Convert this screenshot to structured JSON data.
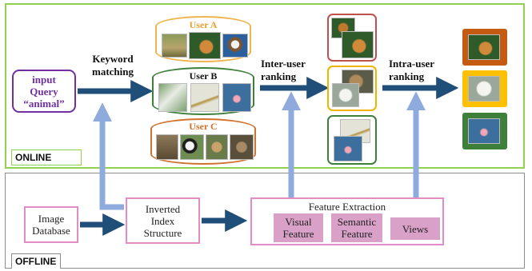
{
  "online_label": "ONLINE",
  "offline_label": "OFFLINE",
  "input": {
    "line1": "input",
    "line2": "Query",
    "line3": "“animal”"
  },
  "keyword_matching": {
    "line1": "Keyword",
    "line2": "matching"
  },
  "users": [
    {
      "label": "User A",
      "color": "#f0b44c",
      "photos": [
        "deer",
        "tiger",
        "dog"
      ]
    },
    {
      "label": "User B",
      "color": "#3e7f3a",
      "photos": [
        "white bird",
        "small bird",
        "pink bird"
      ]
    },
    {
      "label": "User C",
      "color": "#d2722d",
      "photos": [
        "horses",
        "pandas",
        "dog",
        "wolf"
      ]
    }
  ],
  "inter_user_ranking": {
    "line1": "Inter-user",
    "line2": "ranking"
  },
  "intra_user_ranking": {
    "line1": "Intra-user",
    "line2": "ranking"
  },
  "inter_results": [
    {
      "border": "#c0504d",
      "photos": [
        "tiger"
      ]
    },
    {
      "border": "#f0b400",
      "photos": [
        "wolf",
        "polar bear"
      ]
    },
    {
      "border": "#3e7f3a",
      "photos": [
        "small bird",
        "pink bird"
      ]
    }
  ],
  "final_results": [
    {
      "frame": "#c55a11",
      "photo": "tiger"
    },
    {
      "frame": "#ffc000",
      "photo": "polar bear"
    },
    {
      "frame": "#3e7f3a",
      "photo": "pink bird"
    }
  ],
  "image_database": {
    "line1": "Image",
    "line2": "Database"
  },
  "inverted_index": {
    "line1": "Inverted",
    "line2": "Index",
    "line3": "Structure"
  },
  "feature_extraction": {
    "title": "Feature Extraction",
    "items": [
      {
        "line1": "Visual",
        "line2": "Feature"
      },
      {
        "line1": "Semantic",
        "line2": "Feature"
      },
      {
        "line1": "Views",
        "line2": ""
      }
    ]
  },
  "colors": {
    "flow_arrow": "#1f4e79",
    "feedback_arrow": "#8faadc",
    "online_border": "#92d050",
    "offline_border": "#8c8c8c",
    "offline_box_border": "#e48cc7",
    "feature_fill": "#d9a0c8",
    "query_color": "#7030a0"
  }
}
